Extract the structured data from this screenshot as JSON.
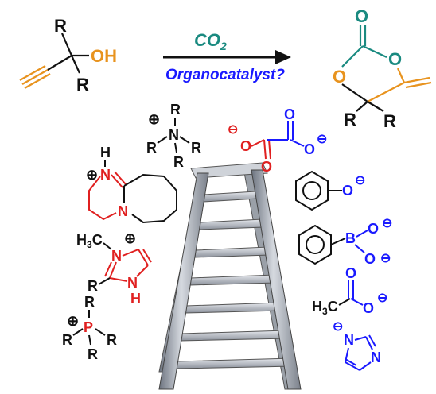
{
  "reaction": {
    "reagent_label": "CO",
    "reagent_subscript": "2",
    "catalyst_label": "Organocatalyst?",
    "colors": {
      "teal": "#1a8a80",
      "orange": "#e8931e",
      "blue": "#1a1aff",
      "red": "#e02020",
      "black": "#111111"
    }
  },
  "reactant": {
    "r_top": "R",
    "oh": "OH",
    "r_bottom": "R"
  },
  "product": {
    "o_top": "O",
    "o_ring_left": "O",
    "o_ring_right": "O",
    "r_left": "R",
    "r_right": "R"
  },
  "catalysts": {
    "ammonium": {
      "charge": "⊕",
      "n": "N",
      "r1": "R",
      "r2": "R",
      "r3": "R",
      "r4": "R"
    },
    "oxalate": {
      "charge1": "⊖",
      "charge2": "⊖",
      "o1": "O",
      "o2": "O",
      "o3": "O",
      "o4": "O"
    },
    "dbu": {
      "charge": "⊕",
      "h": "H",
      "n1": "N",
      "n2": "N"
    },
    "phenoxide": {
      "o": "O",
      "charge": "⊖"
    },
    "imidazolium": {
      "h3c": "H",
      "h3c_sub": "3",
      "h3c_c": "C",
      "n_top": "N",
      "charge": "⊕",
      "r": "R",
      "n_bottom": "N",
      "h": "H"
    },
    "borate": {
      "b": "B",
      "o1": "O",
      "o2": "O",
      "charge1": "⊖",
      "charge2": "⊖"
    },
    "acetate": {
      "h3c": "H",
      "h3c_sub": "3",
      "h3c_c": "C",
      "o1": "O",
      "o2": "O",
      "charge": "⊖"
    },
    "phosphonium": {
      "charge": "⊕",
      "p": "P",
      "r1": "R",
      "r2": "R",
      "r3": "R",
      "r4": "R"
    },
    "imidazolide": {
      "charge": "⊖",
      "n1": "N",
      "n2": "N"
    }
  }
}
